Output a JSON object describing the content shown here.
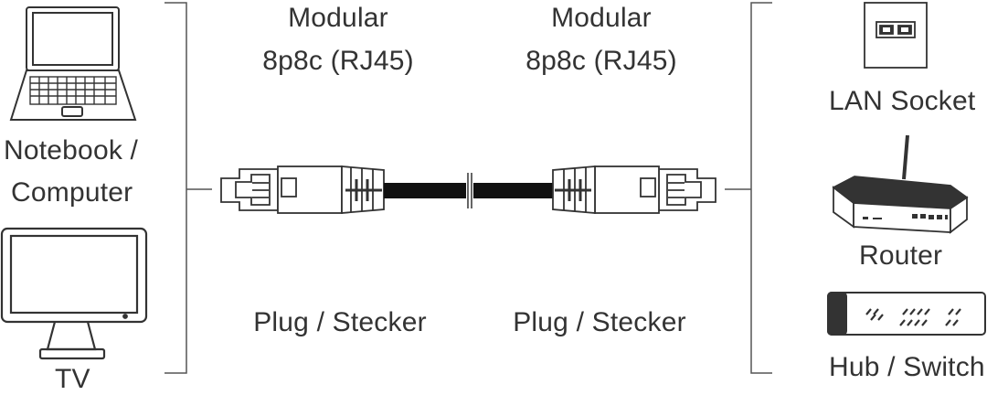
{
  "devices_left": {
    "notebook_label_line1": "Notebook /",
    "notebook_label_line2": "Computer",
    "tv_label": "TV"
  },
  "connectors": {
    "left_top_line1": "Modular",
    "left_top_line2": "8p8c (RJ45)",
    "right_top_line1": "Modular",
    "right_top_line2": "8p8c (RJ45)",
    "left_bottom": "Plug / Stecker",
    "right_bottom": "Plug / Stecker"
  },
  "devices_right": {
    "lan_socket_label": "LAN Socket",
    "router_label": "Router",
    "hub_switch_label": "Hub / Switch"
  },
  "icons": [
    "laptop-icon",
    "tv-icon",
    "rj45-plug-icon",
    "lan-socket-icon",
    "router-icon",
    "hub-switch-icon"
  ]
}
